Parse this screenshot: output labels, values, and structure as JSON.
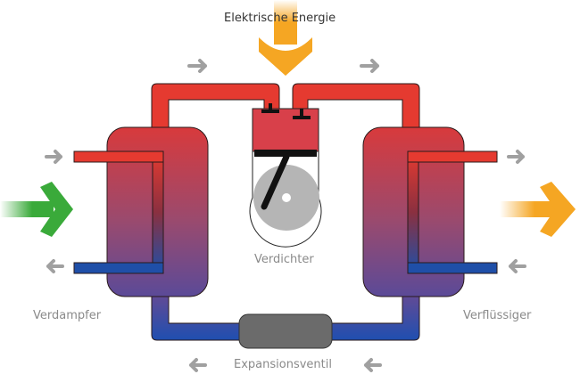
{
  "labels": {
    "energy": "Elektrische Energie",
    "compressor": "Verdichter",
    "evaporator": "Verdampfer",
    "condenser": "Verflüssiger",
    "valve": "Expansionsventil"
  },
  "colors": {
    "hot": "#e53a30",
    "cold": "#1f4fa8",
    "heat_in": "#3aaa3a",
    "heat_out": "#f5a623",
    "arrow_grey": "#a0a0a0",
    "valve": "#6b6b6b"
  }
}
